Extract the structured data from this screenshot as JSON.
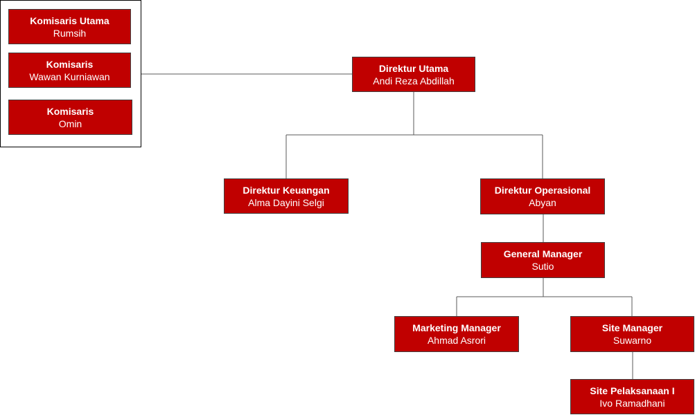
{
  "colors": {
    "box_fill": "#c00000",
    "box_text": "#ffffff",
    "connector": "#595959",
    "frame": "#000000"
  },
  "board": [
    {
      "role": "Komisaris Utama",
      "name": "Rumsih"
    },
    {
      "role": "Komisaris",
      "name": "Wawan Kurniawan"
    },
    {
      "role": "Komisaris",
      "name": "Omin"
    }
  ],
  "direktur_utama": {
    "role": "Direktur Utama",
    "name": "Andi Reza Abdillah"
  },
  "direktur_keuangan": {
    "role": "Direktur Keuangan",
    "name": "Alma Dayini Selgi"
  },
  "direktur_operasional": {
    "role": "Direktur Operasional",
    "name": "Abyan"
  },
  "general_manager": {
    "role": "General Manager",
    "name": "Sutio"
  },
  "marketing_manager": {
    "role": "Marketing Manager",
    "name": "Ahmad Asrori"
  },
  "site_manager": {
    "role": "Site Manager",
    "name": "Suwarno"
  },
  "site_pelaksanaan": {
    "role": "Site Pelaksanaan I",
    "name": "Ivo Ramadhani"
  }
}
